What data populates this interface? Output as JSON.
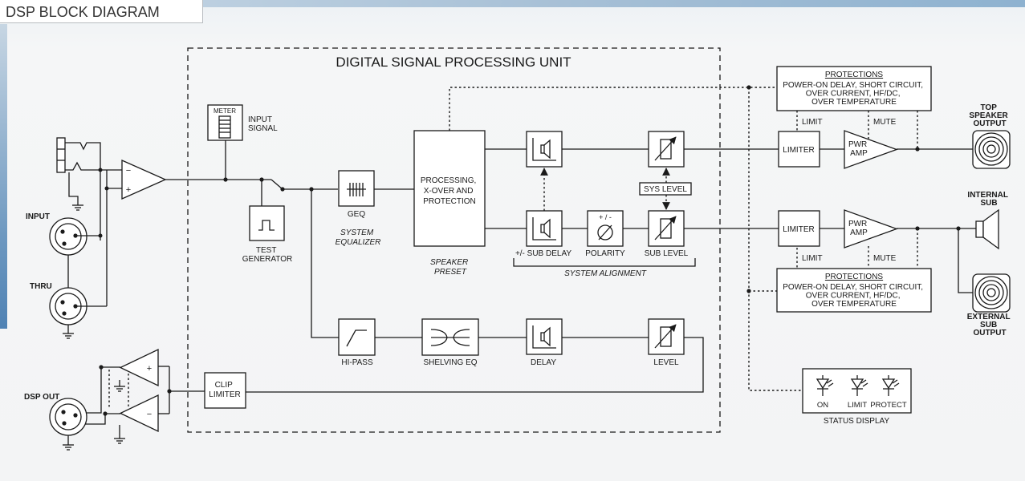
{
  "header": {
    "title": "DSP BLOCK DIAGRAM"
  },
  "dsp_unit": {
    "title": "DIGITAL SIGNAL PROCESSING UNIT"
  },
  "io": {
    "input": "INPUT",
    "thru": "THRU",
    "dsp_out": "DSP OUT"
  },
  "blocks": {
    "meter": "METER",
    "input_signal": [
      "INPUT",
      "SIGNAL"
    ],
    "test_generator": [
      "TEST",
      "GENERATOR"
    ],
    "geq": "GEQ",
    "system_equalizer": [
      "SYSTEM",
      "EQUALIZER"
    ],
    "processing": [
      "PROCESSING,",
      "X-OVER AND",
      "PROTECTION"
    ],
    "speaker_preset": [
      "SPEAKER",
      "PRESET"
    ],
    "sub_delay": "+/- SUB DELAY",
    "polarity_symbol": "+ / -",
    "polarity": "POLARITY",
    "sub_level": "SUB LEVEL",
    "sys_level": "SYS LEVEL",
    "system_alignment": "SYSTEM ALIGNMENT",
    "hi_pass": "HI-PASS",
    "shelving_eq": "SHELVING EQ",
    "delay": "DELAY",
    "level": "LEVEL",
    "clip_limiter": [
      "CLIP",
      "LIMITER"
    ],
    "limiter": "LIMITER",
    "pwr_amp": [
      "PWR",
      "AMP"
    ],
    "limit": "LIMIT",
    "mute": "MUTE",
    "plus": "+",
    "minus": "−"
  },
  "protections": {
    "title": "PROTECTIONS",
    "lines": [
      "POWER-ON DELAY, SHORT CIRCUIT,",
      "OVER CURRENT, HF/DC,",
      "OVER TEMPERATURE"
    ]
  },
  "outputs": {
    "top_speaker": [
      "TOP",
      "SPEAKER",
      "OUTPUT"
    ],
    "internal_sub": [
      "INTERNAL",
      "SUB"
    ],
    "external_sub": [
      "EXTERNAL",
      "SUB",
      "OUTPUT"
    ]
  },
  "status_display": {
    "title": "STATUS DISPLAY",
    "leds": [
      "ON",
      "LIMIT",
      "PROTECT"
    ]
  }
}
